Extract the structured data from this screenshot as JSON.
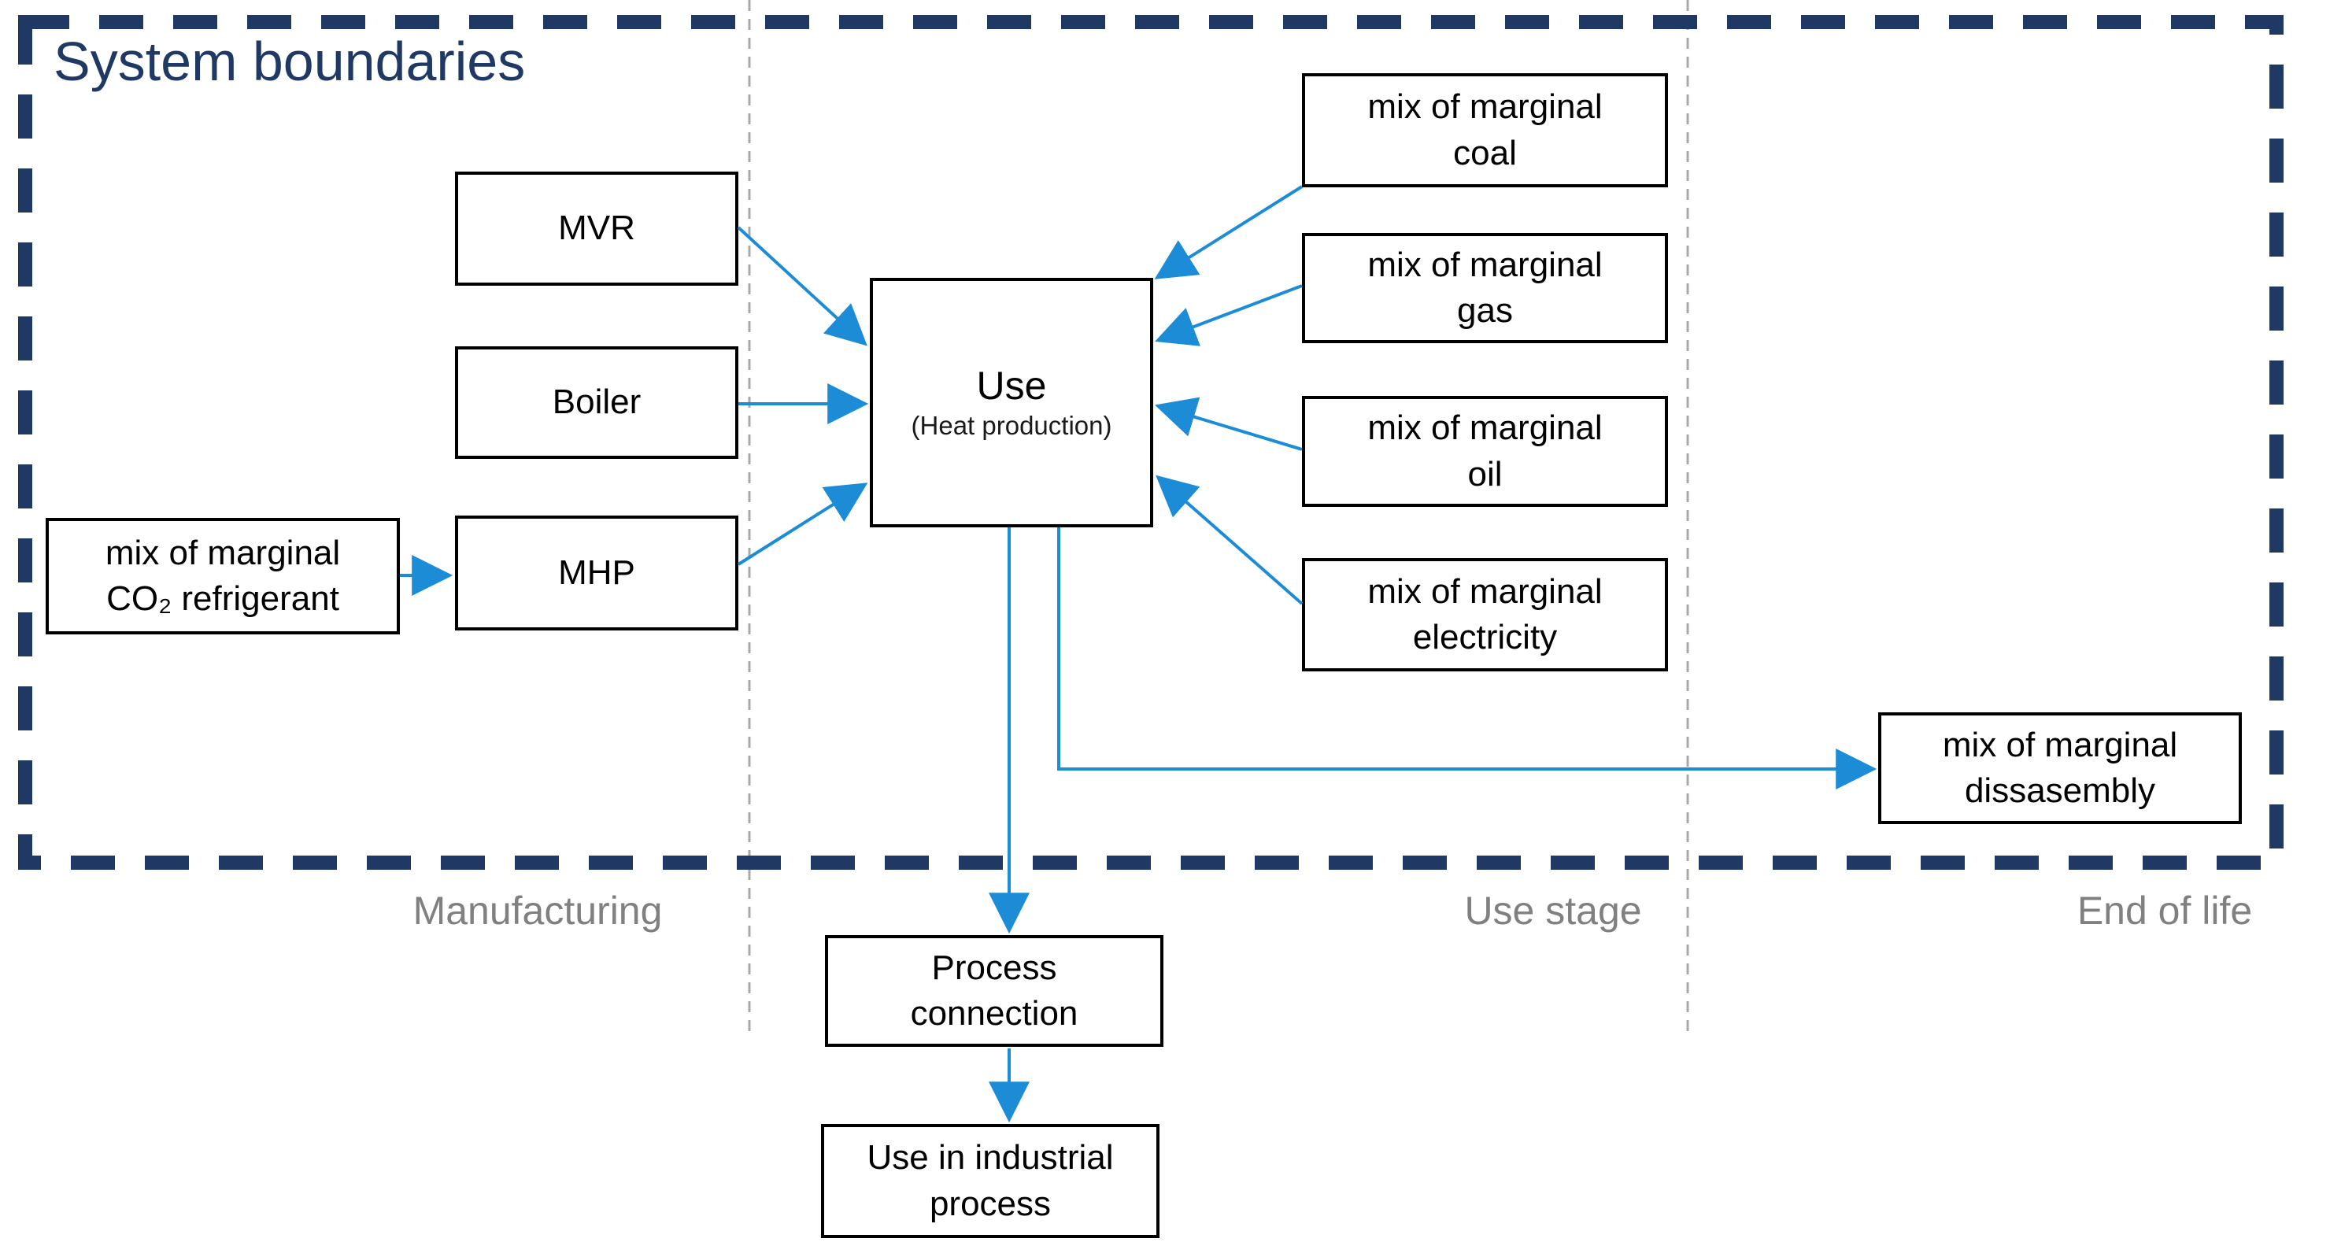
{
  "title": "System boundaries",
  "stages": {
    "manufacturing": "Manufacturing",
    "use_stage": "Use stage",
    "end_of_life": "End of life"
  },
  "boxes": {
    "mvr": {
      "label": "MVR"
    },
    "boiler": {
      "label": "Boiler"
    },
    "mhp": {
      "label": "MHP"
    },
    "co2_refrigerant": {
      "line1": "mix of marginal",
      "line2": "CO₂ refrigerant"
    },
    "use": {
      "title": "Use",
      "subtitle": "(Heat production)"
    },
    "coal": {
      "line1": "mix of marginal",
      "line2": "coal"
    },
    "gas": {
      "line1": "mix of marginal",
      "line2": "gas"
    },
    "oil": {
      "line1": "mix of marginal",
      "line2": "oil"
    },
    "electricity": {
      "line1": "mix of marginal",
      "line2": "electricity"
    },
    "dissasembly": {
      "line1": "mix of marginal",
      "line2": "dissasembly"
    },
    "process_connection": {
      "line1": "Process",
      "line2": "connection"
    },
    "use_industrial": {
      "line1": "Use in industrial",
      "line2": "process"
    }
  },
  "edges": [
    {
      "from": "co2_refrigerant",
      "to": "mhp"
    },
    {
      "from": "mvr",
      "to": "use"
    },
    {
      "from": "boiler",
      "to": "use"
    },
    {
      "from": "mhp",
      "to": "use"
    },
    {
      "from": "coal",
      "to": "use"
    },
    {
      "from": "gas",
      "to": "use"
    },
    {
      "from": "oil",
      "to": "use"
    },
    {
      "from": "electricity",
      "to": "use"
    },
    {
      "from": "use",
      "to": "process_connection"
    },
    {
      "from": "use",
      "to": "dissasembly"
    },
    {
      "from": "process_connection",
      "to": "use_industrial"
    }
  ],
  "colors": {
    "boundary_navy": "#1F3864",
    "arrow_blue": "#1C8CD6",
    "divider_gray": "#A9A9A9",
    "stage_label_gray": "#808080",
    "box_border_black": "#000000",
    "background_white": "#FFFFFF"
  }
}
